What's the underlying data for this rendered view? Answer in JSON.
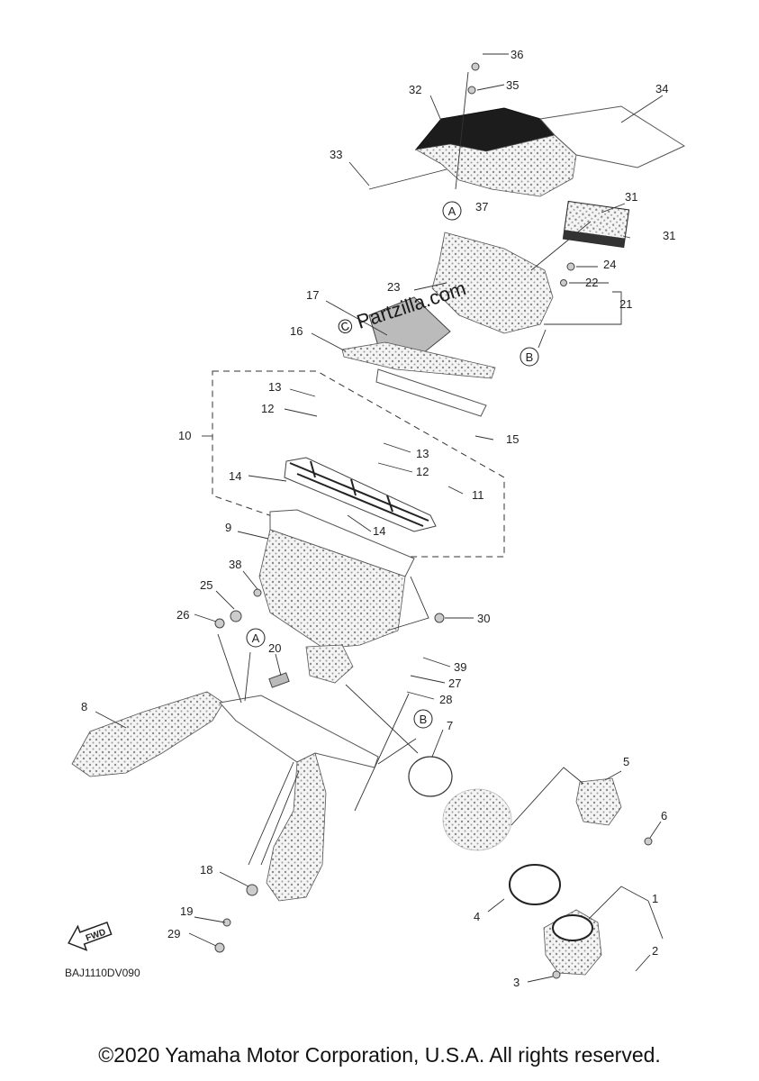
{
  "watermark": "© Partzilla.com",
  "diagram_code": "BAJ1110DV090",
  "fwd_label": "FWD",
  "copyright": "©2020 Yamaha Motor Corporation, U.S.A. All rights reserved.",
  "ref_markers": [
    "A",
    "A",
    "B",
    "B"
  ],
  "callouts": [
    "36",
    "35",
    "32",
    "34",
    "33",
    "37",
    "31",
    "31",
    "24",
    "22",
    "21",
    "23",
    "17",
    "16",
    "13",
    "12",
    "10",
    "15",
    "13",
    "12",
    "14",
    "11",
    "14",
    "9",
    "38",
    "25",
    "26",
    "30",
    "20",
    "39",
    "27",
    "28",
    "8",
    "7",
    "5",
    "6",
    "18",
    "4",
    "1",
    "19",
    "29",
    "2",
    "3"
  ]
}
